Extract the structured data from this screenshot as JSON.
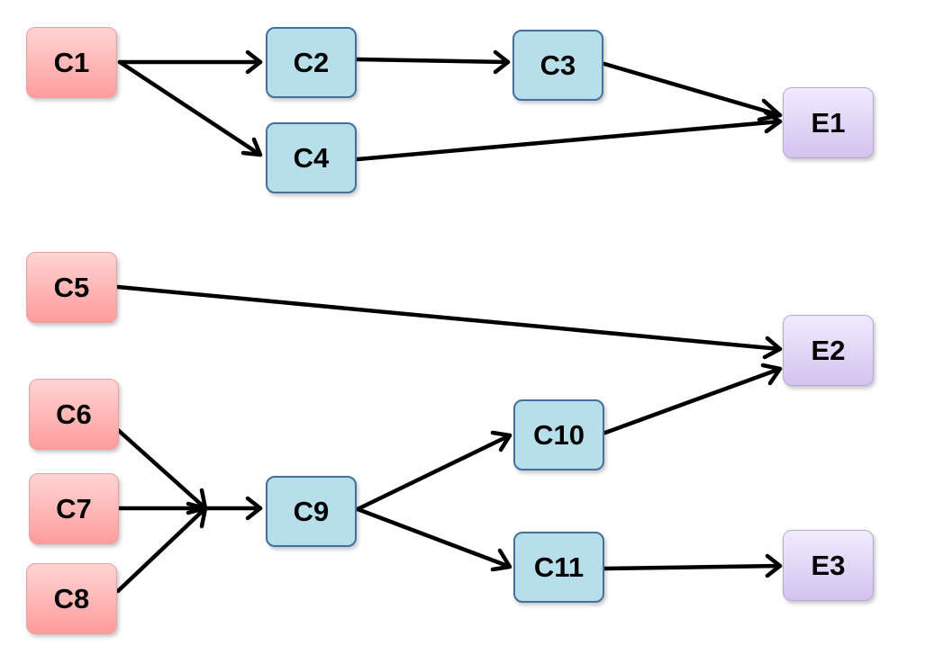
{
  "nodes": {
    "C1": "C1",
    "C2": "C2",
    "C3": "C3",
    "C4": "C4",
    "C5": "C5",
    "C6": "C6",
    "C7": "C7",
    "C8": "C8",
    "C9": "C9",
    "C10": "C10",
    "C11": "C11",
    "E1": "E1",
    "E2": "E2",
    "E3": "E3"
  },
  "edges": [
    [
      "C1",
      "C2"
    ],
    [
      "C1",
      "C4"
    ],
    [
      "C2",
      "C3"
    ],
    [
      "C3",
      "E1"
    ],
    [
      "C4",
      "E1"
    ],
    [
      "C5",
      "E2"
    ],
    [
      "C6",
      "C9"
    ],
    [
      "C7",
      "C9"
    ],
    [
      "C8",
      "C9"
    ],
    [
      "C9",
      "C10"
    ],
    [
      "C9",
      "C11"
    ],
    [
      "C10",
      "E2"
    ],
    [
      "C11",
      "E3"
    ]
  ],
  "colors": {
    "source_fill": "#ff9c9c",
    "intermediate_fill": "#b7dfea",
    "intermediate_border": "#41719c",
    "end_fill": "#d2c3ee",
    "arrow": "#000000"
  }
}
